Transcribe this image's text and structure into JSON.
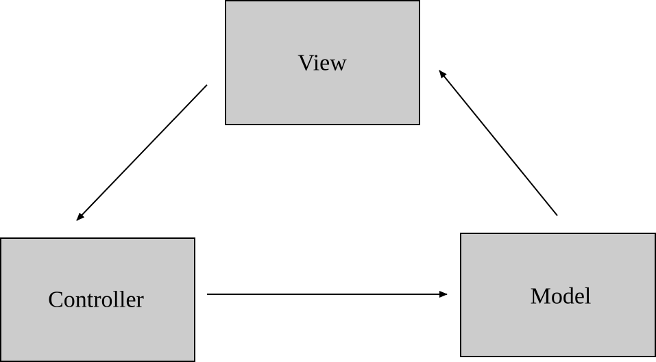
{
  "colors": {
    "box_fill": "#cccccc",
    "stroke": "#000000",
    "background": "#ffffff"
  },
  "nodes": {
    "view": {
      "label": "View"
    },
    "controller": {
      "label": "Controller"
    },
    "model": {
      "label": "Model"
    }
  },
  "edges": [
    {
      "from": "view",
      "to": "controller"
    },
    {
      "from": "controller",
      "to": "model"
    },
    {
      "from": "model",
      "to": "view"
    }
  ]
}
